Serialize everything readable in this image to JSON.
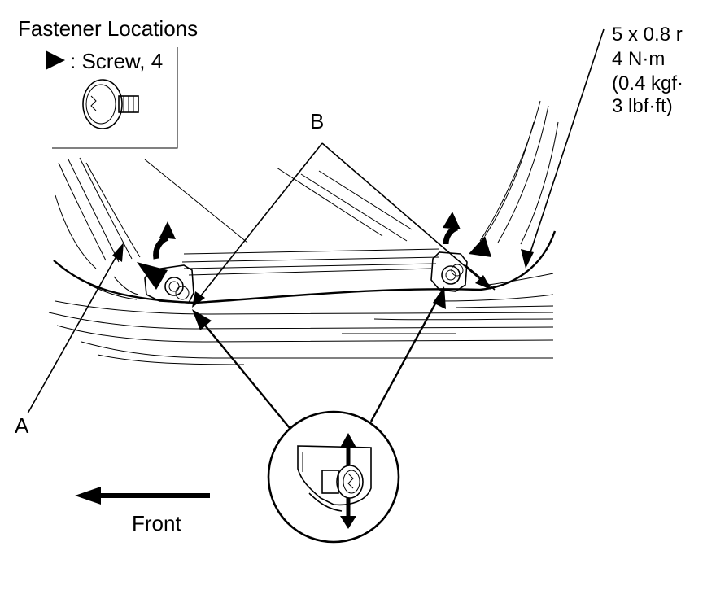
{
  "legend": {
    "title": "Fastener Locations",
    "screw_label": ": Screw, 4"
  },
  "spec": {
    "line1": "5 x 0.8 r",
    "line2": "4 N·m",
    "line3": "(0.4 kgf·",
    "line4": "3 lbf·ft)"
  },
  "callouts": {
    "a": "A",
    "b": "B"
  },
  "direction": {
    "front": "Front"
  },
  "icons": {
    "screw": "screw-icon",
    "pointer": "triangle-pointer-icon",
    "clip": "clip-icon",
    "release": "up-arrow-icon",
    "detail": "detail-circle-icon"
  }
}
